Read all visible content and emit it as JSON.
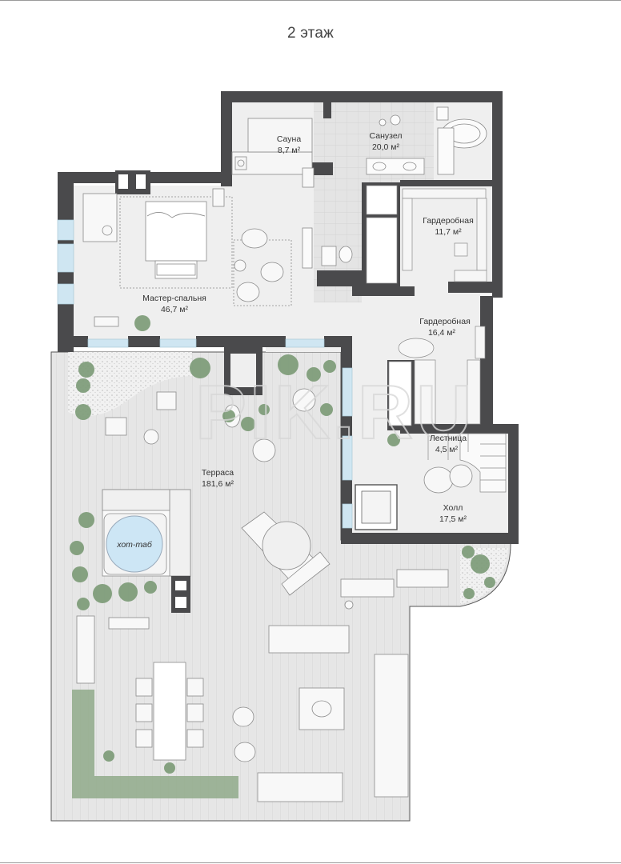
{
  "title": "2 этаж",
  "watermark": "PIK.RU",
  "rooms": [
    {
      "name": "Сауна",
      "area": "8,7 м²"
    },
    {
      "name": "Санузел",
      "area": "20,0 м²"
    },
    {
      "name": "Гардеробная",
      "area": "11,7 м²"
    },
    {
      "name": "Мастер-спальня",
      "area": "46,7 м²"
    },
    {
      "name": "Гардеробная",
      "area": "16,4 м²"
    },
    {
      "name": "Лестница",
      "area": "4,5 м²"
    },
    {
      "name": "Терраса",
      "area": "181,6 м²"
    },
    {
      "name": "Холл",
      "area": "17,5 м²"
    }
  ],
  "hot_tub_label": "хот-таб",
  "colors": {
    "wall": "#4a4a4c",
    "floor": "#efefef",
    "terrace": "#e5e5e5",
    "tile": "#e0e0e0",
    "glass": "#cfe6f2",
    "greenery": "#7b9a76",
    "hot_tub": "#cde6f5"
  }
}
